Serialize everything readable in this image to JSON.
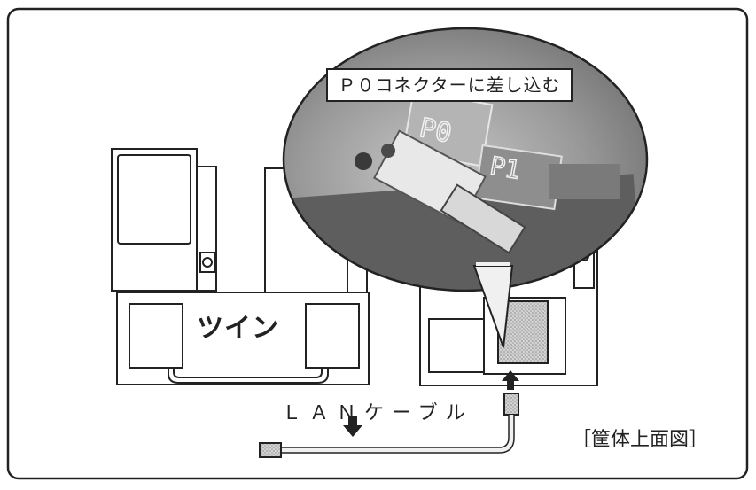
{
  "labels": {
    "callout": "Ｐ０コネクターに差し込む",
    "twin": "ツイン",
    "lan_cable": "ＬＡＮケーブル",
    "top_view": "［筐体上面図］"
  },
  "photo": {
    "port_p0": "P0",
    "port_p1": "P1"
  },
  "colors": {
    "line": "#222222",
    "connector_fill": "#c9c9c9",
    "photo_dark": "#6e6e6e",
    "photo_light": "#d6d6d6"
  }
}
